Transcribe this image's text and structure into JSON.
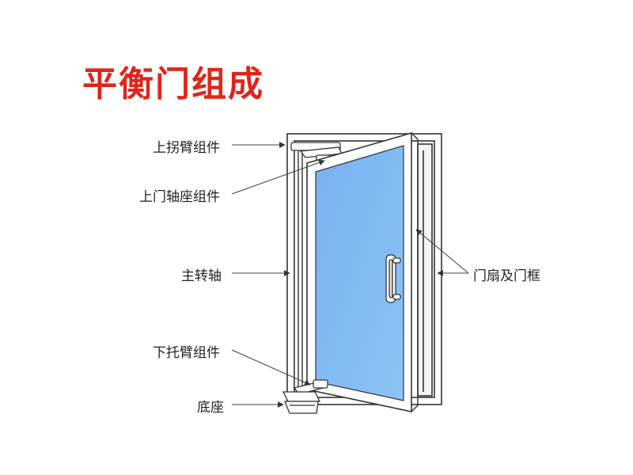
{
  "title": "平衡门组成",
  "colors": {
    "title": "#e0251b",
    "glass": "#7fb8f2",
    "line": "#333333"
  },
  "labels": {
    "upper_arm": "上拐臂组件",
    "upper_pivot": "上门轴座组件",
    "main_shaft": "主转轴",
    "lower_arm": "下托臂组件",
    "base": "底座",
    "door_leaf_frame": "门扇及门框"
  }
}
